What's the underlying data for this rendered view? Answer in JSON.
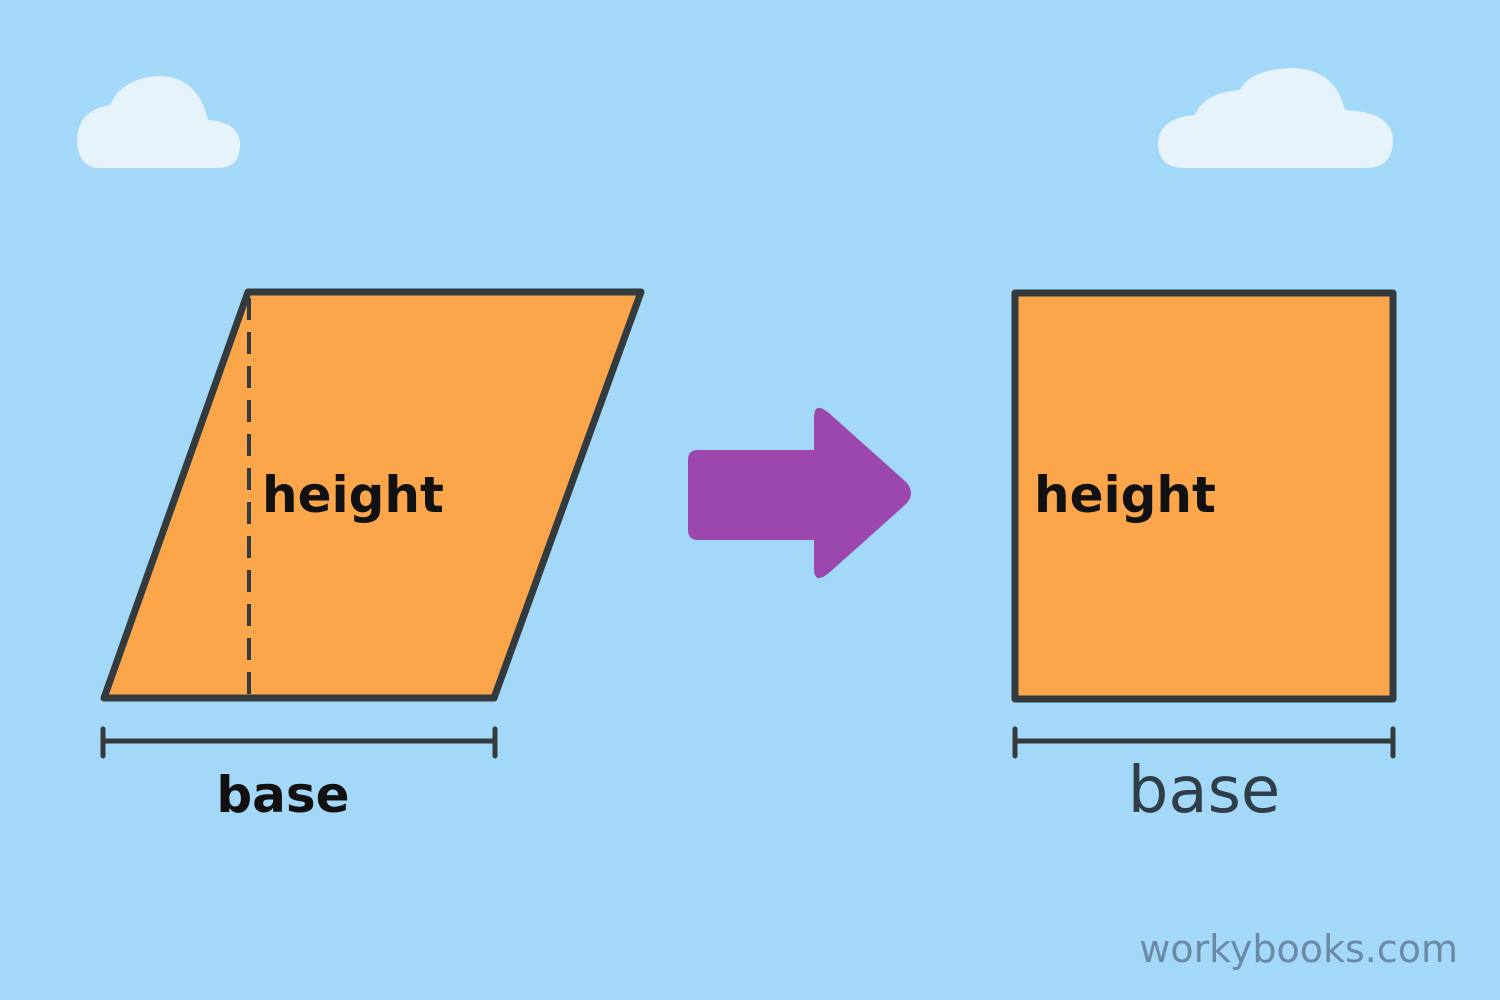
{
  "diagram": {
    "left_shape": {
      "kind": "parallelogram",
      "height_label": "height",
      "base_label": "base"
    },
    "right_shape": {
      "kind": "rectangle",
      "height_label": "height",
      "base_label": "base"
    },
    "transform_arrow": {
      "direction": "right"
    }
  },
  "watermark": "workybooks.com",
  "colors": {
    "sky": "#a4d8f8",
    "shape_fill": "#fca64c",
    "outline": "#333b3f",
    "arrow": "#9b47ae",
    "cloud": "#e6f3fb",
    "watermark": "#6a8aa6"
  },
  "icons": {
    "clouds": [
      "cloud-icon",
      "cloud-icon"
    ],
    "arrow": "right-arrow-icon"
  }
}
